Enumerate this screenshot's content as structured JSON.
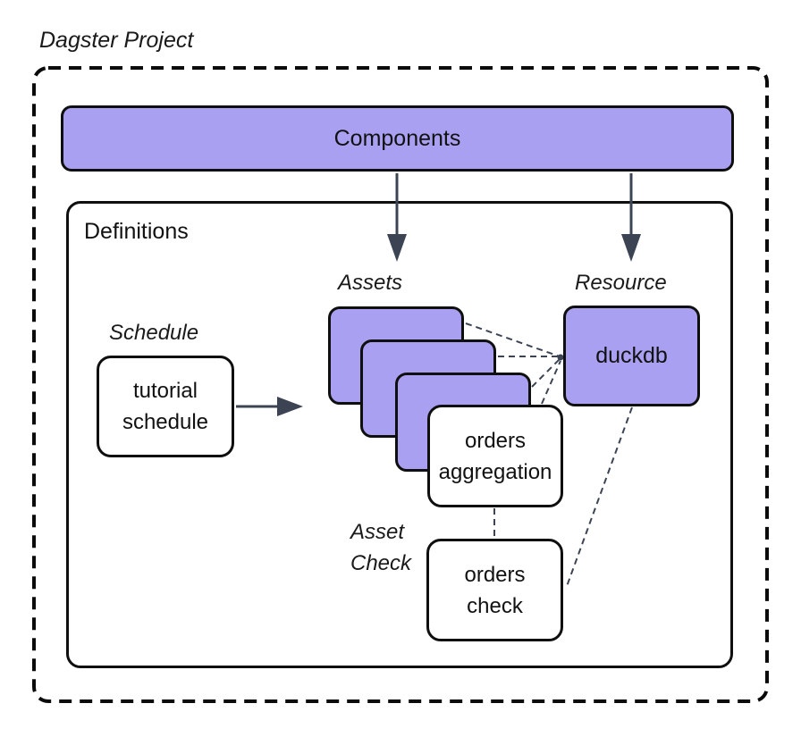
{
  "page": {
    "title": "Dagster Project"
  },
  "colors": {
    "node_purple": "#a9a0f2",
    "border_black": "#0f0f0f",
    "connector_slate": "#3c4453",
    "background": "#ffffff"
  },
  "components": {
    "label": "Components"
  },
  "definitions": {
    "label": "Definitions"
  },
  "schedule": {
    "label": "Schedule",
    "box_lines": [
      "tutorial",
      "schedule"
    ]
  },
  "assets": {
    "label": "Assets",
    "stacked_blank_boxes": 3,
    "front_box_lines": [
      "orders",
      "aggregation"
    ]
  },
  "resource": {
    "label": "Resource",
    "box_label": "duckdb"
  },
  "asset_check": {
    "label_lines": [
      "Asset",
      "Check"
    ],
    "box_lines": [
      "orders",
      "check"
    ]
  }
}
